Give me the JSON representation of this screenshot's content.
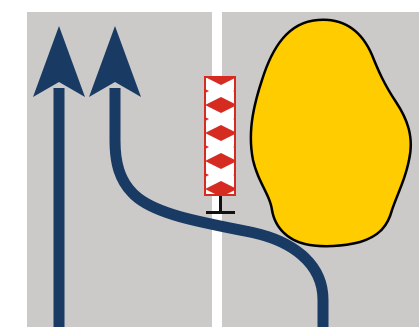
{
  "colors": {
    "background": "#ffffff",
    "road": "#cbcac9",
    "lane_marking": "#ffffff",
    "arrow": "#193a63",
    "beacon_red": "#d52b21",
    "beacon_white": "#ffffff",
    "obstacle_fill": "#ffcc00",
    "obstacle_outline": "#000000",
    "post": "#111111"
  },
  "scene": {
    "arrows": [
      {
        "id": "straight",
        "direction": "straight-ahead",
        "icon": "arrow-up-icon"
      },
      {
        "id": "diverted",
        "direction": "swerve-right-around-obstacle",
        "icon": "arrow-curve-icon"
      }
    ],
    "beacon": {
      "icon": "chevron-beacon-icon",
      "stripe_direction": "pointing-left"
    },
    "obstacle": {
      "icon": "obstacle-blob-icon"
    },
    "lane_divider": "dashed"
  }
}
